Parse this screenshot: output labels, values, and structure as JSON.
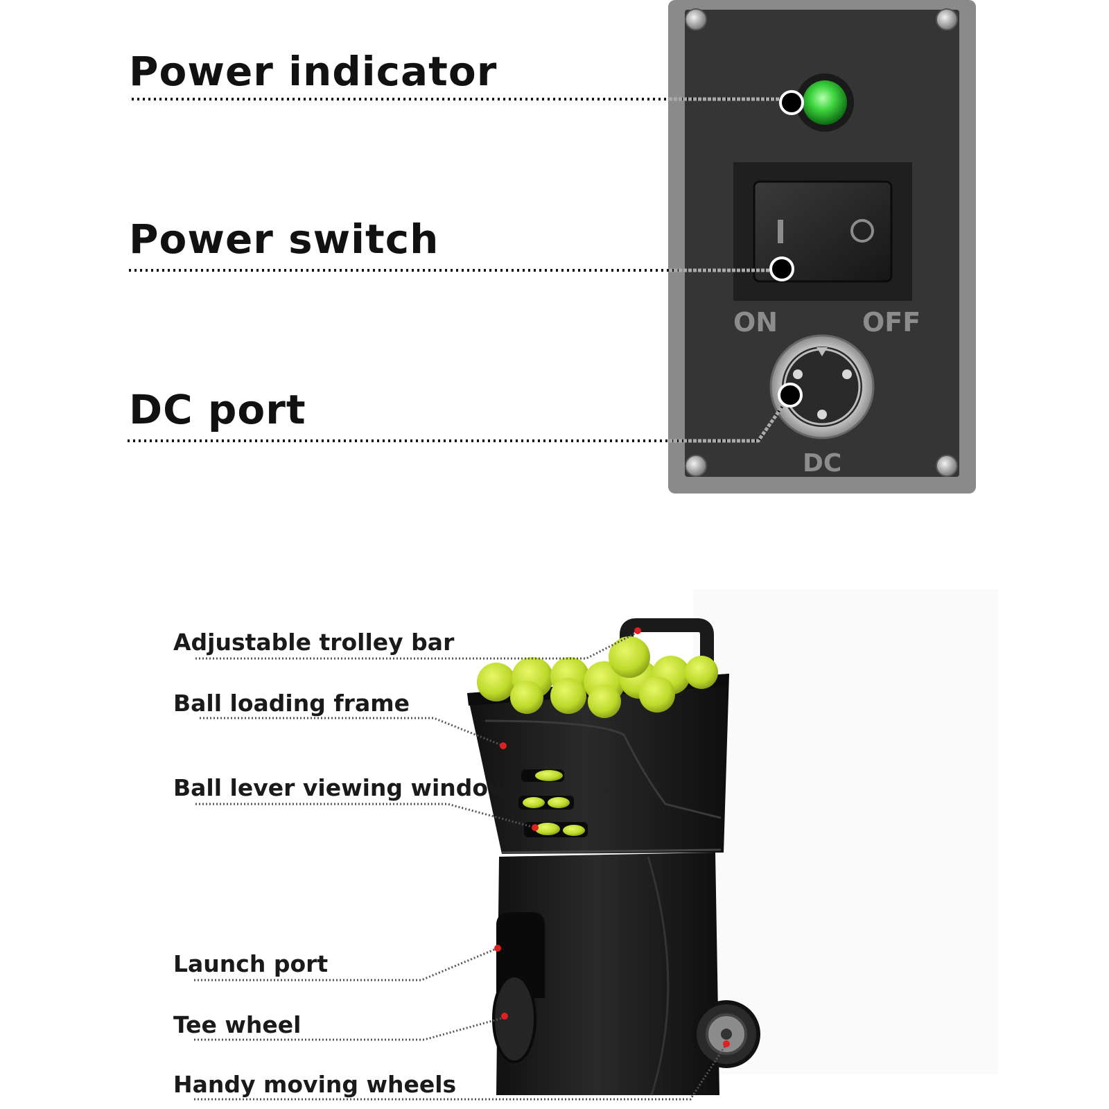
{
  "control_panel": {
    "labels": {
      "power_indicator": "Power indicator",
      "power_switch": "Power switch",
      "dc_port": "DC port"
    },
    "switch_on_text": "ON",
    "switch_off_text": "OFF",
    "port_text": "DC",
    "on_symbol": "I",
    "off_symbol": "O",
    "colors": {
      "panel": "#353535",
      "panel_frame": "#8a8a8a",
      "led": "#3fd43f"
    }
  },
  "machine": {
    "labels": {
      "trolley_bar": "Adjustable trolley bar",
      "loading_frame": "Ball loading frame",
      "viewing_window": "Ball lever viewing window",
      "launch_port": "Launch port",
      "tee_wheel": "Tee wheel",
      "moving_wheels": "Handy moving wheels"
    },
    "colors": {
      "body": "#1e1e1e",
      "ball": "#c4e02a",
      "marker": "#e02020"
    }
  }
}
